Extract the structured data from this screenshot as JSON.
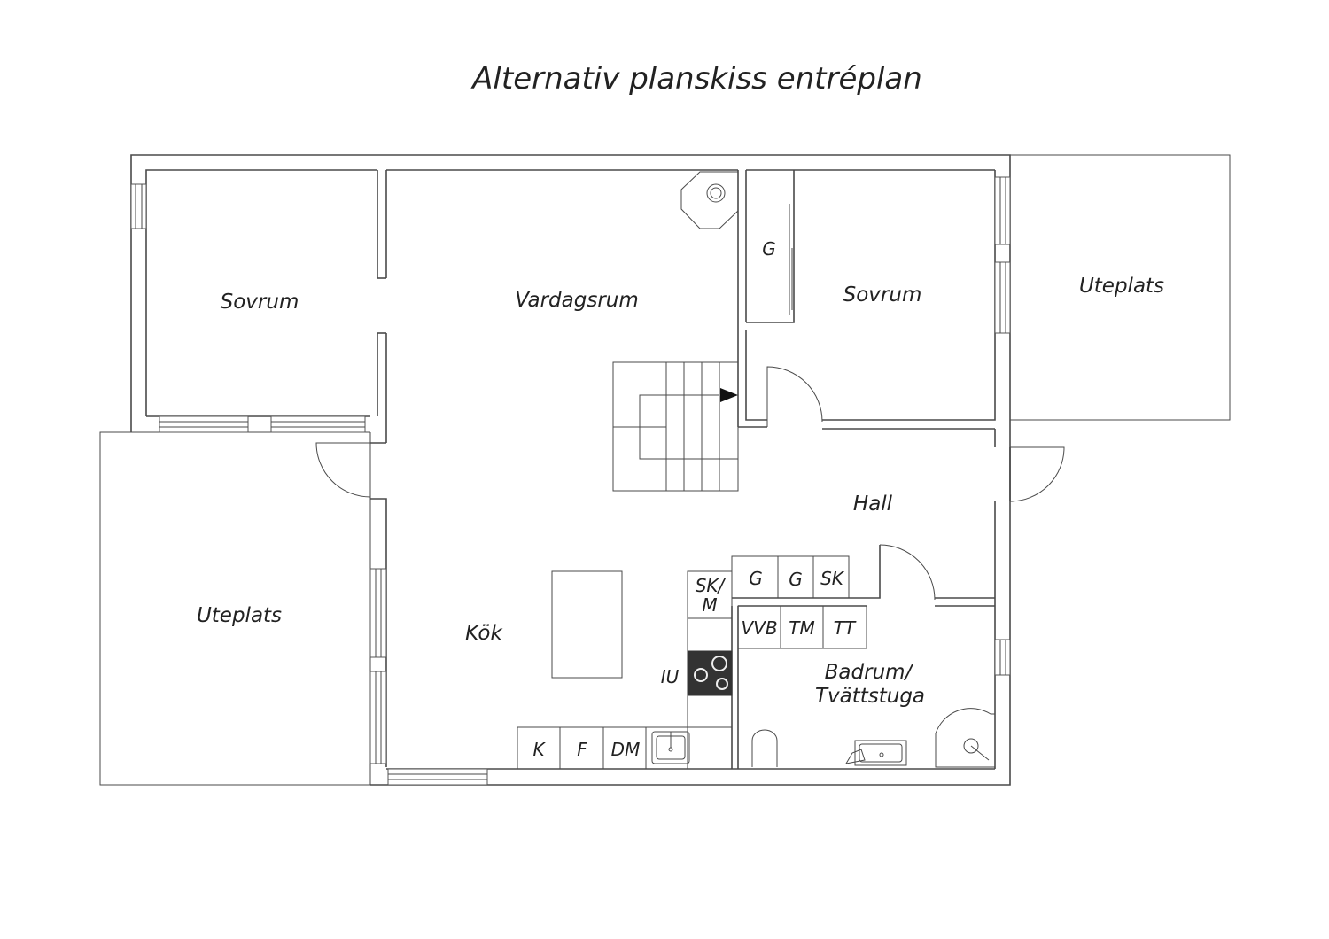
{
  "plan": {
    "title": "Alternativ planskiss entréplan",
    "rooms": {
      "sovrum_left": "Sovrum",
      "vardagsrum": "Vardagsrum",
      "sovrum_right": "Sovrum",
      "uteplats_right": "Uteplats",
      "uteplats_left": "Uteplats",
      "hall": "Hall",
      "kok": "Kök",
      "badrum_line1": "Badrum/",
      "badrum_line2": "Tvättstuga"
    },
    "fixtures": {
      "garderob_bedroom": "G",
      "g1": "G",
      "g2": "G",
      "sk": "SK",
      "skm_line1": "SK/",
      "skm_line2": "M",
      "vvb": "VVB",
      "tm": "TM",
      "tt": "TT",
      "iu": "IU",
      "k": "K",
      "f": "F",
      "dm": "DM"
    }
  }
}
